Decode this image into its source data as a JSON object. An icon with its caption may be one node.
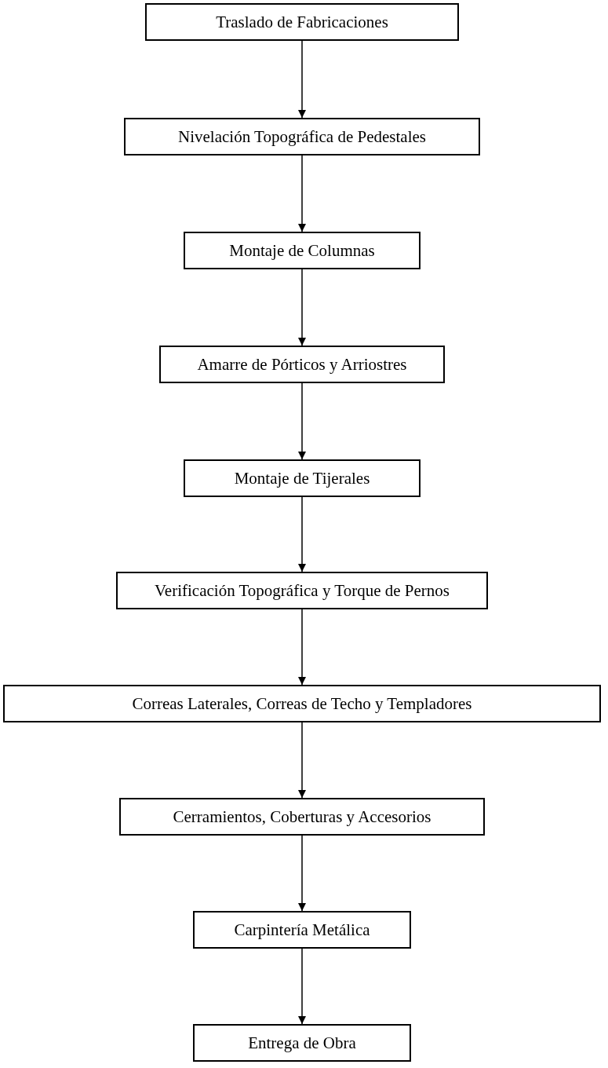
{
  "diagram": {
    "nodes": [
      {
        "text": [
          "Traslado de Fabricaciones"
        ]
      },
      {
        "text": [
          "Nivelación Topográfica de Pedestales"
        ]
      },
      {
        "text": [
          "Montaje de Columnas"
        ]
      },
      {
        "text": [
          "Amarre de Pórticos y Arriostres"
        ]
      },
      {
        "text": [
          "Montaje de Tijerales"
        ]
      },
      {
        "text": [
          "Verificación Topográfica y Torque de Pernos"
        ]
      },
      {
        "text": [
          "Correas Laterales, Correas de Techo y Templadores"
        ]
      },
      {
        "text": [
          "Cerramientos, Coberturas y Accesorios"
        ]
      },
      {
        "text": [
          "Carpintería Metálica"
        ]
      },
      {
        "text": [
          "Entrega de Obra"
        ]
      }
    ],
    "edges": [
      {
        "from": 0,
        "to": 1,
        "arrow": "to"
      },
      {
        "from": 1,
        "to": 2,
        "arrow": "to"
      },
      {
        "from": 2,
        "to": 3,
        "arrow": "to"
      },
      {
        "from": 3,
        "to": 4,
        "arrow": "to"
      },
      {
        "from": 4,
        "to": 5,
        "arrow": "to"
      },
      {
        "from": 5,
        "to": 6,
        "arrow": "to"
      },
      {
        "from": 6,
        "to": 7,
        "arrow": "to"
      },
      {
        "from": 7,
        "to": 8,
        "arrow": "to"
      },
      {
        "from": 8,
        "to": 9,
        "arrow": "to"
      }
    ]
  }
}
